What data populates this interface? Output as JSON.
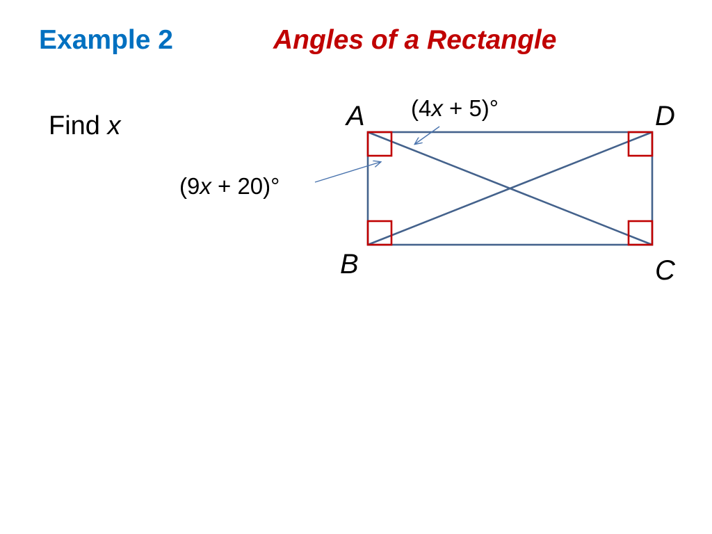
{
  "heading": {
    "example_label": "Example 2",
    "title": "Angles of a Rectangle"
  },
  "prompt": {
    "text": "Find ",
    "variable": "x"
  },
  "diagram": {
    "vertices": {
      "a": "A",
      "b": "B",
      "c": "C",
      "d": "D"
    },
    "angle_label_top": {
      "open": "(4",
      "variable": "x",
      "rest": " + 5)°"
    },
    "angle_label_left": {
      "open": "(9",
      "variable": "x",
      "rest": " + 20)°"
    }
  },
  "colors": {
    "heading_example": "#0070c0",
    "heading_title": "#c00000",
    "rectangle_stroke": "#44628c",
    "right_angle_marker": "#c00000",
    "arrow": "#4a74ae"
  }
}
